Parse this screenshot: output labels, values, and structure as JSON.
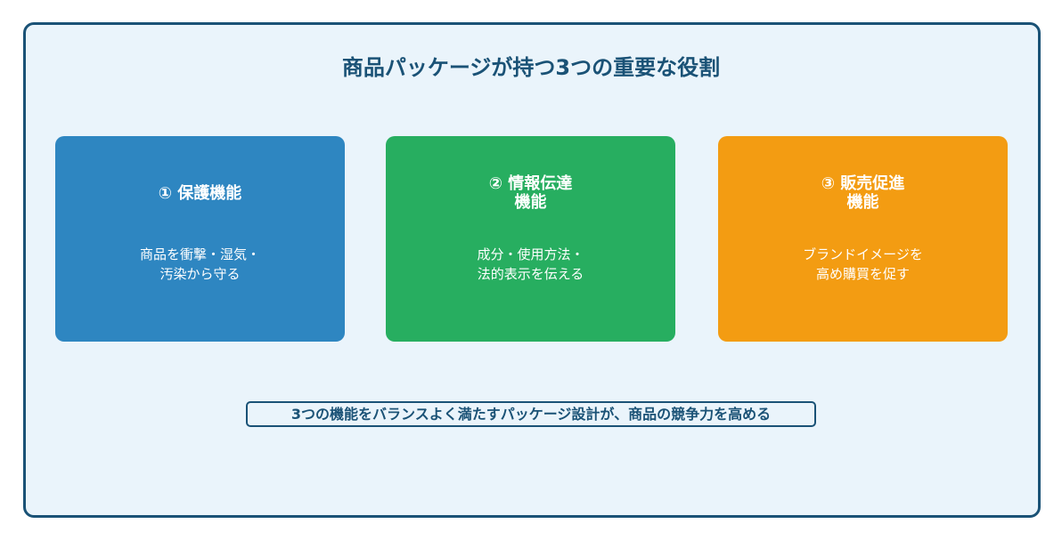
{
  "title": "商品パッケージが持つ3つの重要な役割",
  "cards": [
    {
      "title": "① 保護機能",
      "desc": "商品を衝撃・湿気・\n汚染から守る",
      "color": "#2e86c1"
    },
    {
      "title": "② 情報伝達\n機能",
      "desc": "成分・使用方法・\n法的表示を伝える",
      "color": "#27ae60"
    },
    {
      "title": "③ 販売促進\n機能",
      "desc": "ブランドイメージを\n高め購買を促す",
      "color": "#f39c12"
    }
  ],
  "footer": "3つの機能をバランスよく満たすパッケージ設計が、商品の競争力を高める"
}
